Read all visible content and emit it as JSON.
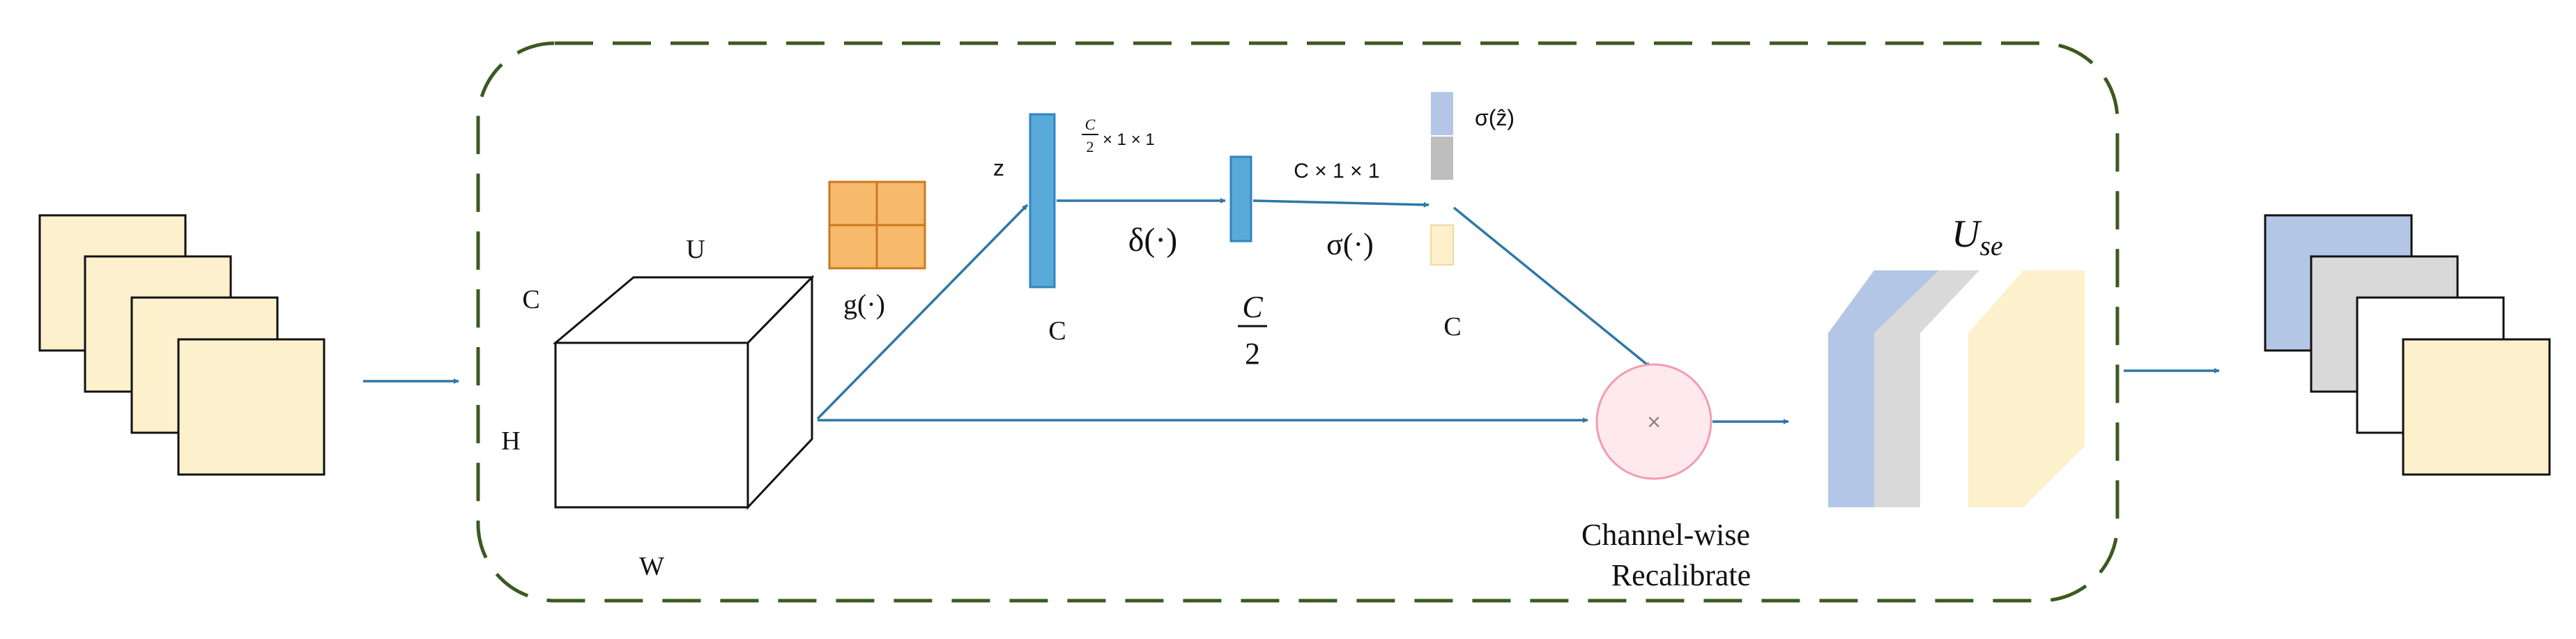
{
  "labels": {
    "u": "U",
    "c_cube": "C",
    "h": "H",
    "w": "W",
    "g": "g(·)",
    "z": "z",
    "c_z": "C",
    "half_dim": "× 1 × 1",
    "delta": "δ(·)",
    "c_over_2": "C",
    "two": "2",
    "full_dim": "C × 1 × 1",
    "sigma": "σ(·)",
    "c_sigma": "C",
    "sigma_zhat": "σ(ẑ)",
    "times": "×",
    "recal_line1": "Channel-wise",
    "recal_line2": "Recalibrate",
    "u_se_main": "U",
    "u_se_sub": "se"
  },
  "colors": {
    "arrow": "#2f77a6",
    "bar_fill": "#5aaad9",
    "bar_stroke": "#2f86c0",
    "cream": "#fdf0cc",
    "blue_map": "#b3c6e6",
    "gray_map": "#d9d9d9",
    "orange": "#f7b96b",
    "orange_stroke": "#c97a20",
    "circle_fill": "#fde9ee",
    "circle_stroke": "#f29cb0",
    "dash_border": "#3b5a1f"
  }
}
